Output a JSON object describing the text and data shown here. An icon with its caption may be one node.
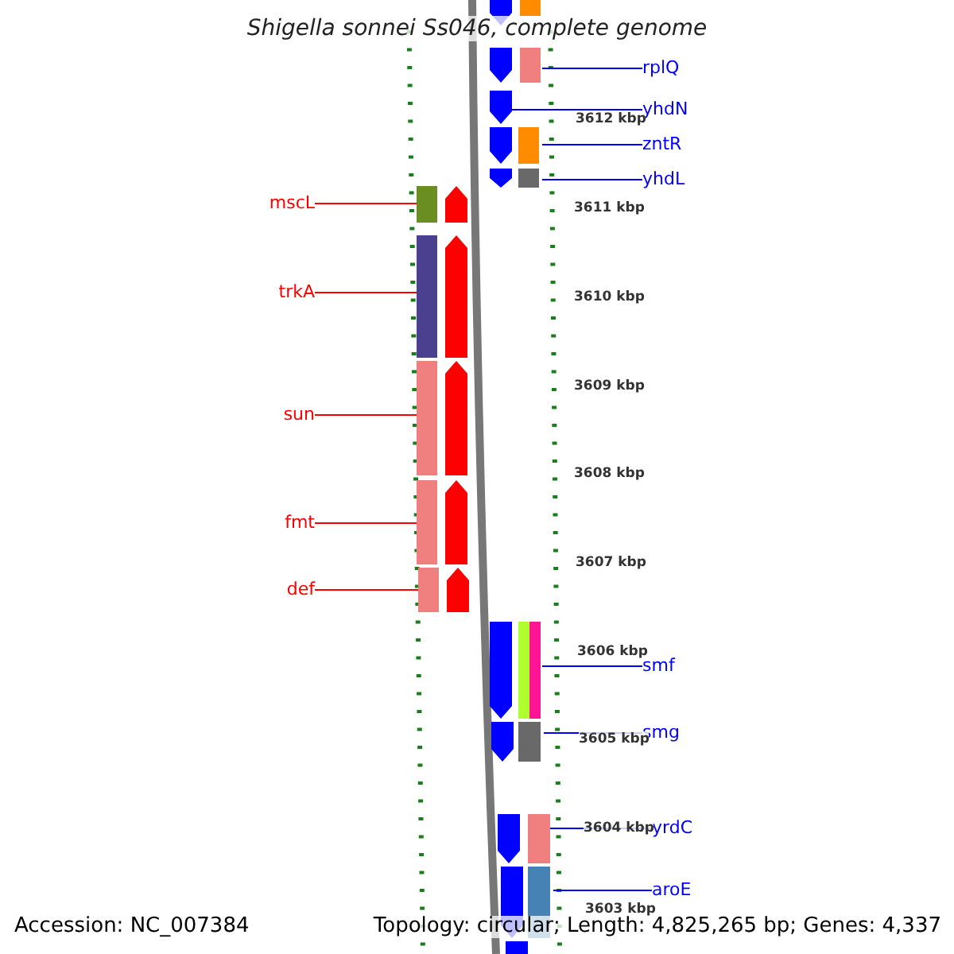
{
  "diagram": {
    "title": "Shigella sonnei Ss046, complete genome",
    "nodes": [
      {
        "text": [
          "mscL"
        ]
      },
      {
        "text": [
          "trkA"
        ]
      },
      {
        "text": [
          "sun"
        ]
      },
      {
        "text": [
          "fmt"
        ]
      },
      {
        "text": [
          "def"
        ]
      },
      {
        "text": [
          "rplQ"
        ]
      },
      {
        "text": [
          "yhdN"
        ]
      },
      {
        "text": [
          "zntR"
        ]
      },
      {
        "text": [
          "yhdL"
        ]
      },
      {
        "text": [
          "smf"
        ]
      },
      {
        "text": [
          "smg"
        ]
      },
      {
        "text": [
          "yrdC"
        ]
      },
      {
        "text": [
          "aroE"
        ]
      },
      {
        "text": [],
        "shape": "bar"
      },
      {
        "text": [],
        "shape": "bar"
      },
      {
        "text": [],
        "shape": "bar"
      },
      {
        "text": [],
        "shape": "bar"
      },
      {
        "text": [],
        "shape": "bar"
      },
      {
        "text": [],
        "shape": "bar"
      },
      {
        "text": [],
        "shape": "bar"
      },
      {
        "text": [],
        "shape": "bar"
      },
      {
        "text": [],
        "shape": "bar"
      },
      {
        "text": [],
        "shape": "bar"
      },
      {
        "text": [],
        "shape": "bar"
      },
      {
        "text": [],
        "shape": "bar"
      },
      {
        "text": [],
        "shape": "bar"
      }
    ],
    "edges": [
      {
        "from": 0,
        "to": 13,
        "arrow": "none",
        "color": "#ff0000"
      },
      {
        "from": 1,
        "to": 14,
        "arrow": "none",
        "color": "#ff0000"
      },
      {
        "from": 2,
        "to": 15,
        "arrow": "none",
        "color": "#ff0000"
      },
      {
        "from": 3,
        "to": 16,
        "arrow": "none",
        "color": "#ff0000"
      },
      {
        "from": 4,
        "to": 17,
        "arrow": "none",
        "color": "#ff0000"
      },
      {
        "from": 5,
        "to": 18,
        "arrow": "none"
      },
      {
        "from": 6,
        "to": 19,
        "arrow": "none"
      },
      {
        "from": 7,
        "to": 20,
        "arrow": "none"
      },
      {
        "from": 8,
        "to": 21,
        "arrow": "none"
      },
      {
        "from": 9,
        "to": 22,
        "arrow": "none"
      },
      {
        "from": 10,
        "to": 23,
        "arrow": "none"
      },
      {
        "from": 11,
        "to": 24,
        "arrow": "none"
      },
      {
        "from": 12,
        "to": 25,
        "arrow": "none"
      }
    ],
    "labels": [
      "3612 kbp",
      "3611 kbp",
      "3610 kbp",
      "3609 kbp",
      "3608 kbp",
      "3607 kbp",
      "3606 kbp",
      "3605 kbp",
      "3604 kbp",
      "3603 kbp",
      "Accession: NC_007384",
      "Topology: circular; Length: 4,825,265 bp; Genes: 4,337"
    ]
  }
}
